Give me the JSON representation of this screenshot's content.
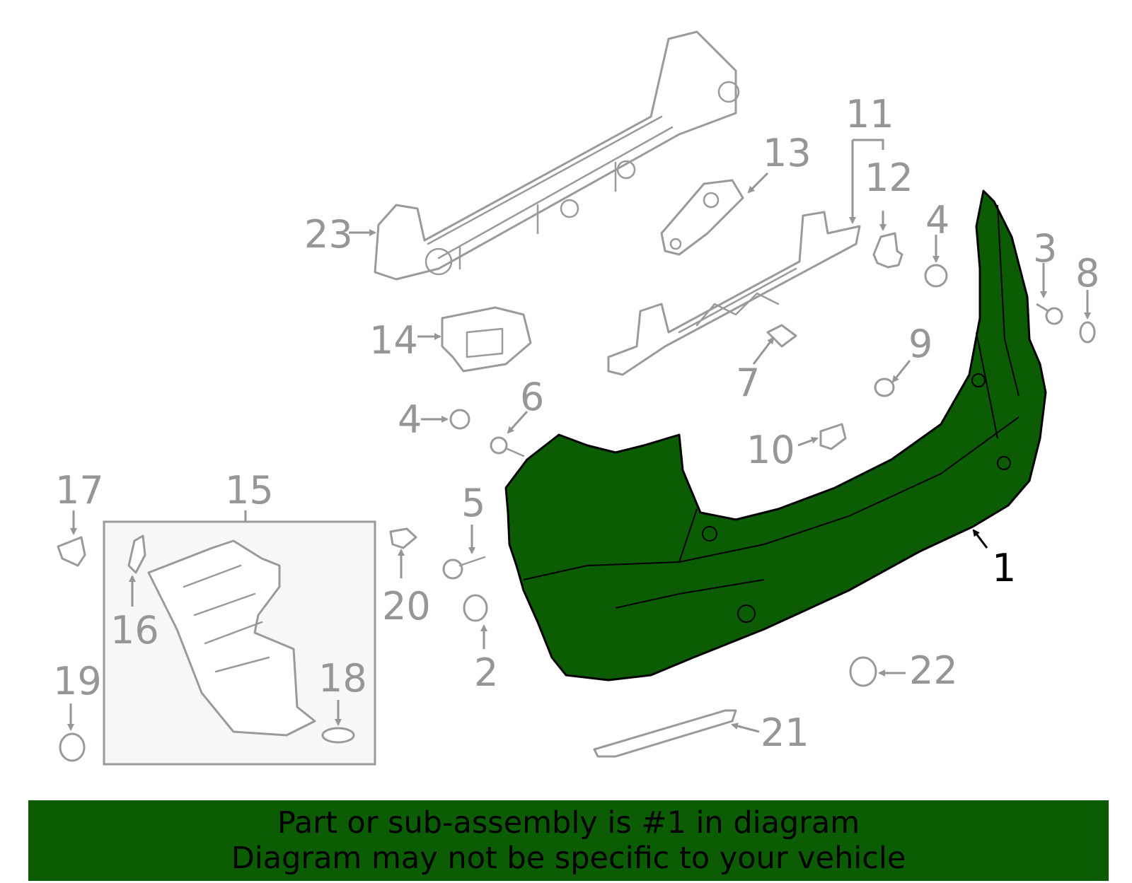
{
  "callouts": {
    "c1": "1",
    "c2": "2",
    "c3": "3",
    "c4a": "4",
    "c4b": "4",
    "c5": "5",
    "c6": "6",
    "c7": "7",
    "c8": "8",
    "c9": "9",
    "c10": "10",
    "c11": "11",
    "c12": "12",
    "c13": "13",
    "c14": "14",
    "c15": "15",
    "c16": "16",
    "c17": "17",
    "c18": "18",
    "c19": "19",
    "c20": "20",
    "c21": "21",
    "c22": "22",
    "c23": "23"
  },
  "highlight": {
    "part_number": "1",
    "color": "#0b5c03"
  },
  "banner": {
    "line1": "Part or sub-assembly is #1 in diagram",
    "line2": "Diagram may not be specific to your vehicle",
    "background": "#0b5c03"
  },
  "colors": {
    "callout": "#969696",
    "part_outline": "#9a9a9a",
    "inset_fill": "#f7f7f7"
  }
}
